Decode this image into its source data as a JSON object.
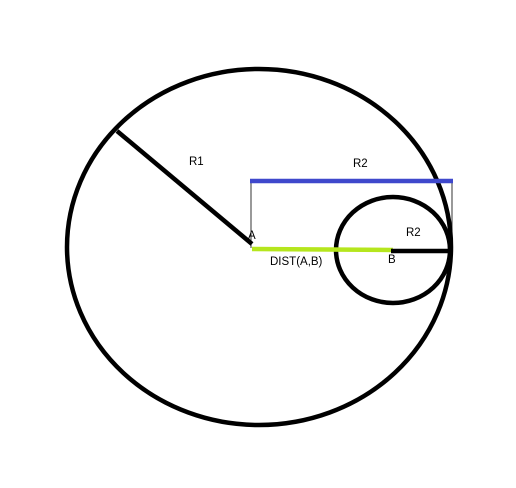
{
  "labels": {
    "r1": "R1",
    "r2_top": "R2",
    "a": "A",
    "r2_small": "R2",
    "b": "B",
    "dist": "DIST(A,B)"
  },
  "colors": {
    "outline": "#000000",
    "r2_measure": "#3f48cc",
    "dist_measure": "#b5e61d",
    "guide": "#000000"
  }
}
